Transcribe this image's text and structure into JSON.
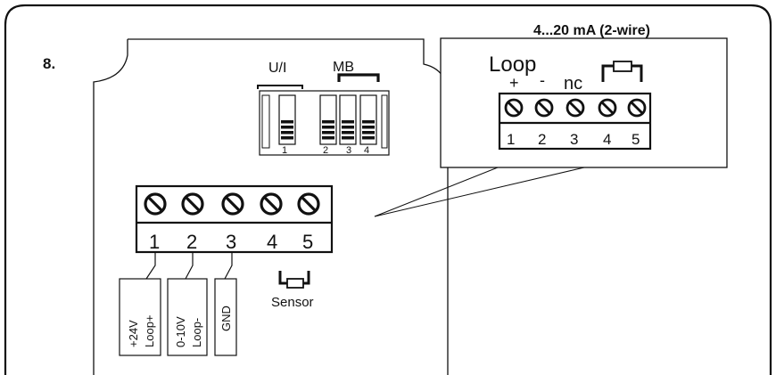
{
  "step_number": "8.",
  "title": "4...20 mA (2-wire)",
  "dip_switch": {
    "group_ui_label": "U/I",
    "group_mb_label": "MB",
    "switch_numbers": [
      "1",
      "2",
      "3",
      "4"
    ]
  },
  "main_terminal": {
    "numbers": [
      "1",
      "2",
      "3",
      "4",
      "5"
    ],
    "wire_labels": [
      [
        "+24V",
        "Loop+"
      ],
      [
        "0-10V",
        "Loop-"
      ],
      [
        "GND"
      ]
    ],
    "sensor_label": "Sensor"
  },
  "inset": {
    "loop_label": "Loop",
    "polarity_plus": "+",
    "polarity_minus": "-",
    "nc_label": "nc",
    "numbers": [
      "1",
      "2",
      "3",
      "4",
      "5"
    ]
  },
  "colors": {
    "line": "#111111",
    "background": "#ffffff"
  },
  "icons": [
    "screw-terminal-icon",
    "resistor-icon"
  ]
}
